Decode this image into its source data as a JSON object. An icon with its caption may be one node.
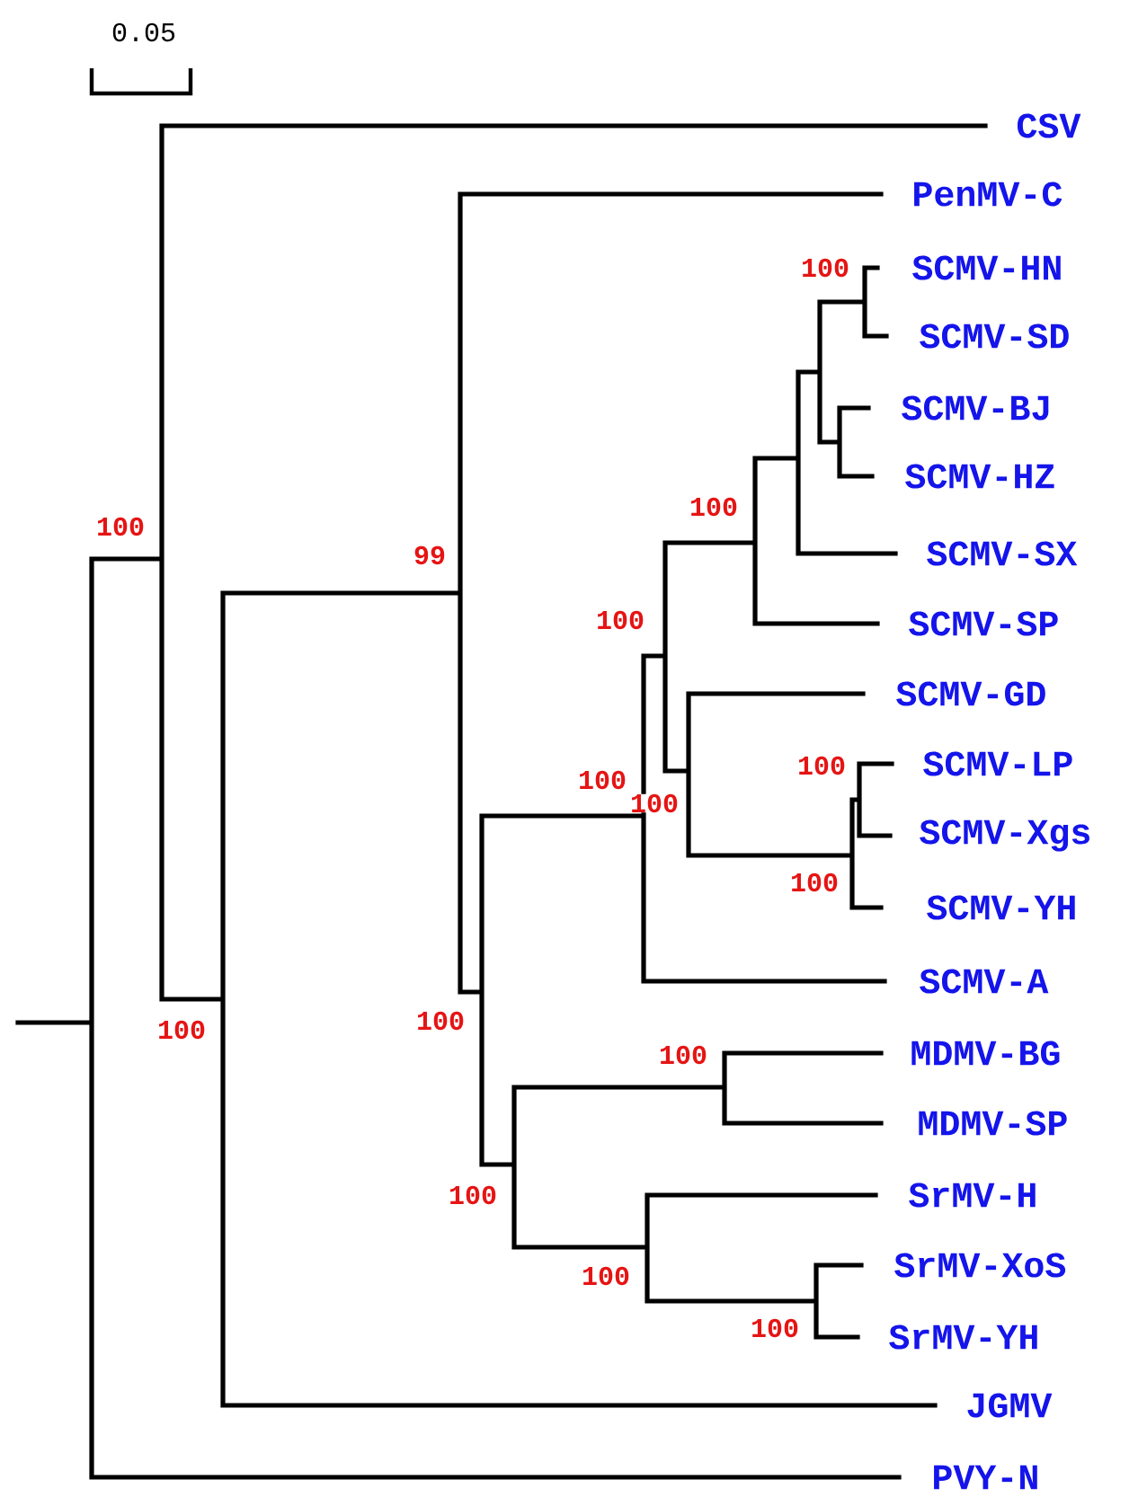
{
  "diagram": {
    "labels": [
      "0.05",
      "CSV",
      "PenMV-C",
      "100",
      "SCMV-HN",
      "SCMV-SD",
      "SCMV-BJ",
      "SCMV-HZ",
      "100",
      "100",
      "99",
      "SCMV-SX",
      "100",
      "SCMV-SP",
      "SCMV-GD",
      "100",
      "SCMV-LP",
      "100",
      "100",
      "SCMV-Xgs",
      "100",
      "SCMV-YH",
      "SCMV-A",
      "100",
      "100",
      "100",
      "MDMV-BG",
      "MDMV-SP",
      "100",
      "SrMV-H",
      "SrMV-XoS",
      "100",
      "100",
      "SrMV-YH",
      "JGMV",
      "PVY-N"
    ]
  }
}
